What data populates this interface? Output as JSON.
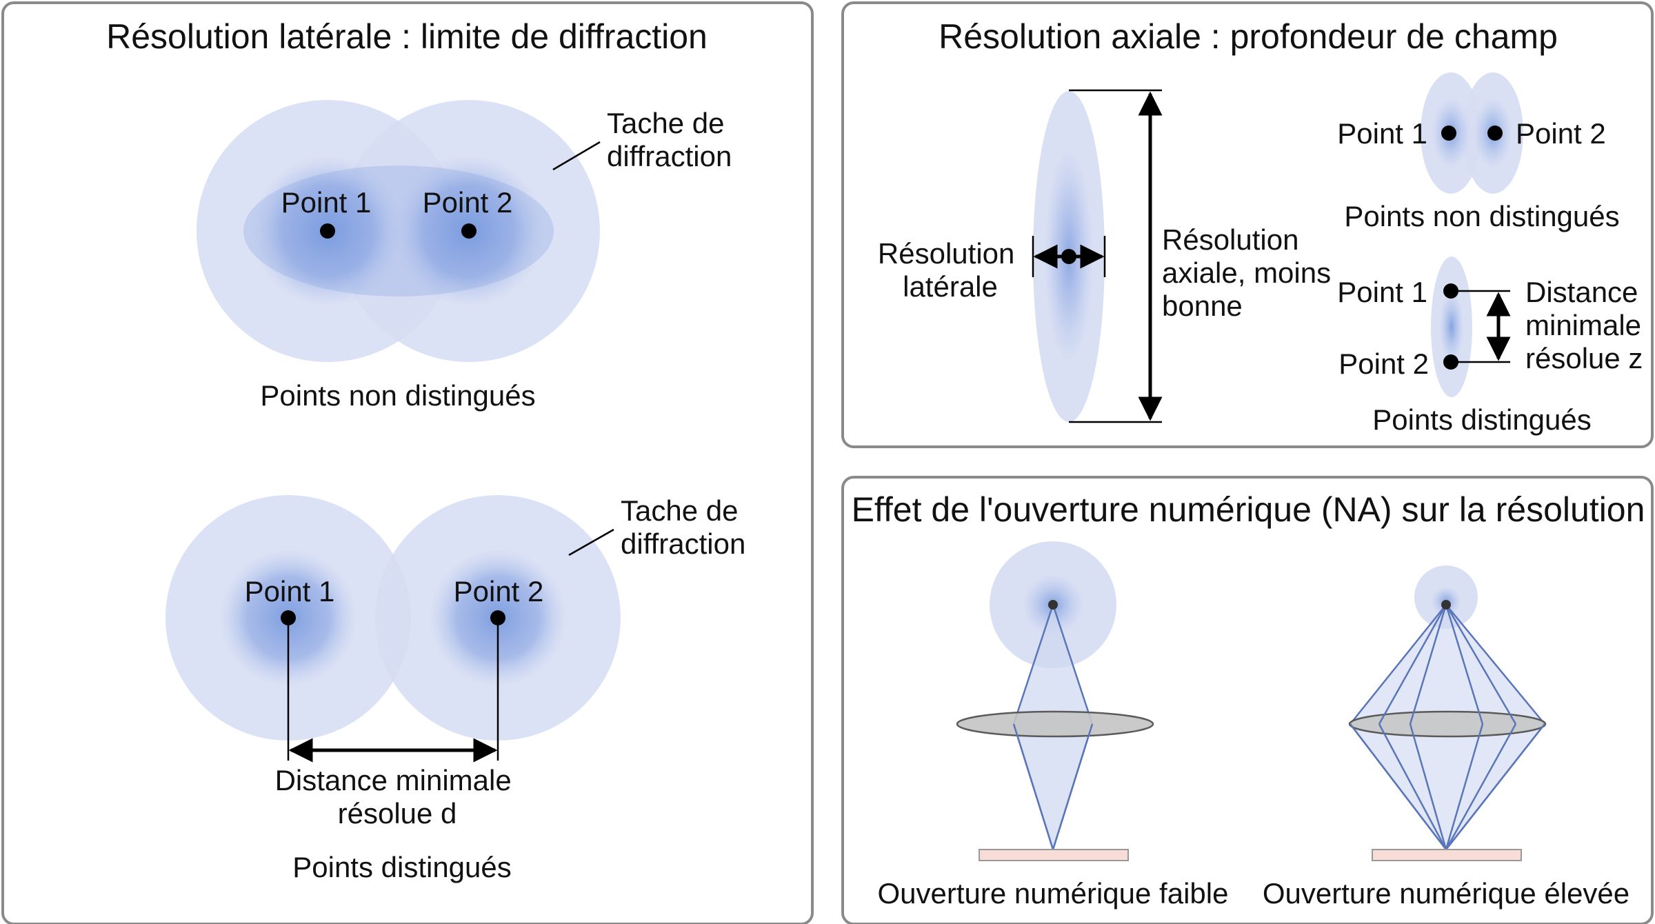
{
  "colors": {
    "panel_border": "#8a8a8a",
    "disk_light": "#d6ddf3",
    "disk_core": "#6f93dc",
    "lens_fill": "#c4c4c4",
    "cone": "#5a76b8",
    "sample": "#f8ddd6",
    "dot": "#000000"
  },
  "lateral": {
    "title": "Résolution latérale : limite de diffraction",
    "top": {
      "point1": "Point 1",
      "point2": "Point 2",
      "tache_line1": "Tache de",
      "tache_line2": "diffraction",
      "caption": "Points non distingués"
    },
    "bottom": {
      "point1": "Point 1",
      "point2": "Point 2",
      "tache_line1": "Tache de",
      "tache_line2": "diffraction",
      "distance_line1": "Distance minimale",
      "distance_line2": "résolue d",
      "caption": "Points distingués"
    }
  },
  "axial": {
    "title": "Résolution axiale : profondeur de champ",
    "lateral_label_line1": "Résolution",
    "lateral_label_line2": "latérale",
    "axial_label_line1": "Résolution",
    "axial_label_line2": "axiale, moins",
    "axial_label_line3": "bonne",
    "upper_point1": "Point 1",
    "upper_point2": "Point 2",
    "upper_caption": "Points non distingués",
    "lower_point1": "Point 1",
    "lower_point2": "Point 2",
    "distance_line1": "Distance",
    "distance_line2": "minimale",
    "distance_line3": "résolue z",
    "lower_caption": "Points distingués"
  },
  "aperture": {
    "title": "Effet de l'ouverture numérique (NA) sur la résolution",
    "low_caption": "Ouverture numérique faible",
    "high_caption": "Ouverture numérique élevée"
  }
}
